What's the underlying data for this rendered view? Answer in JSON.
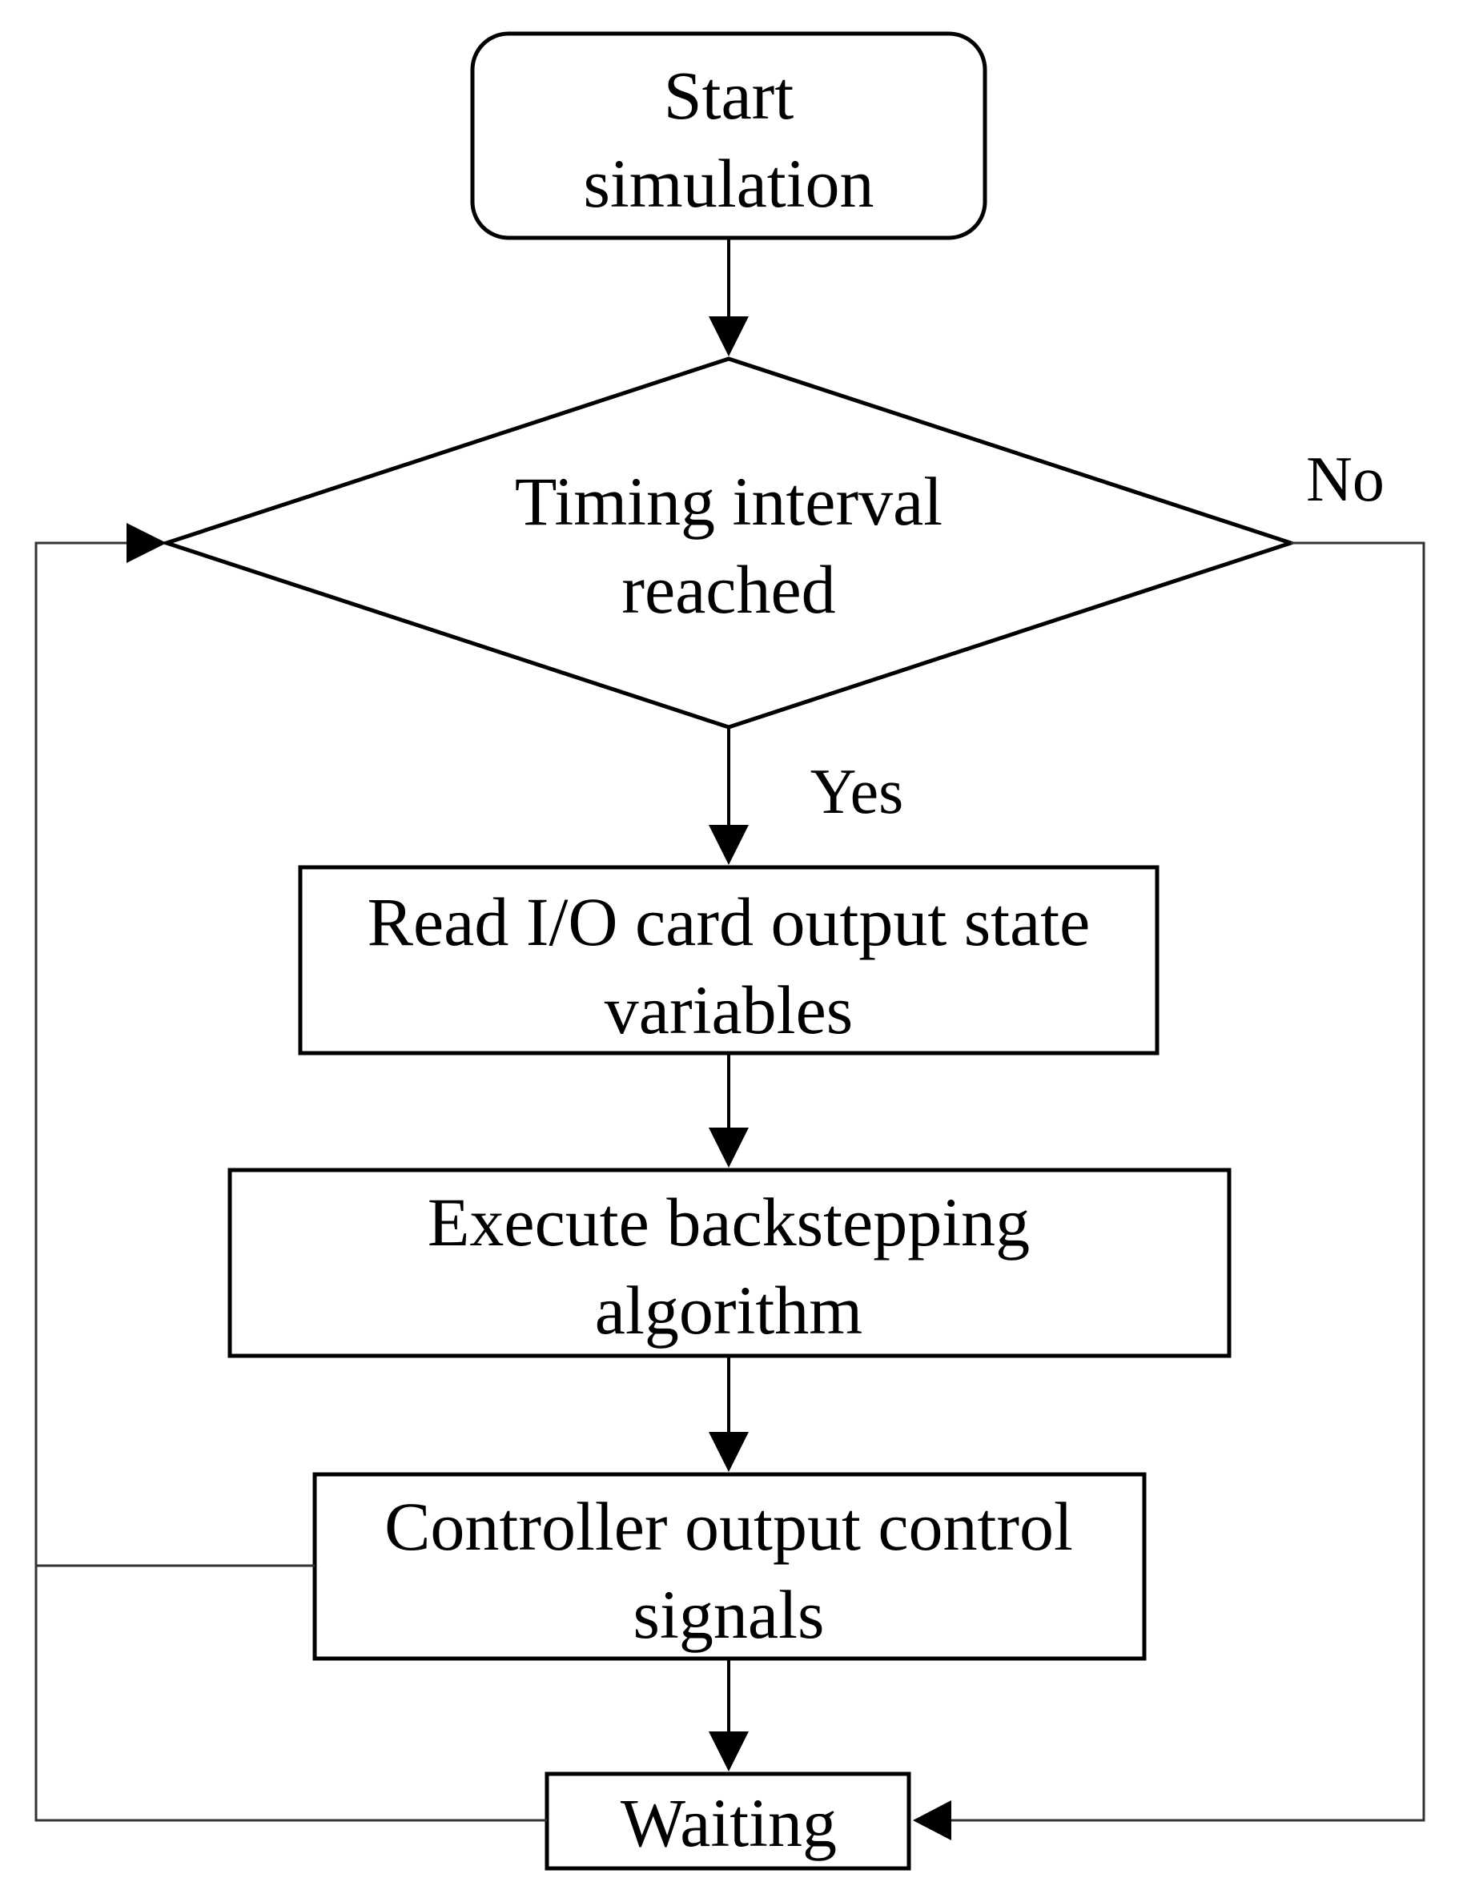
{
  "nodes": {
    "start": [
      "Start",
      "simulation"
    ],
    "decision": [
      "Timing interval",
      "reached"
    ],
    "read": [
      "Read I/O card output state",
      "variables"
    ],
    "execute": [
      "Execute backstepping",
      "algorithm"
    ],
    "output": [
      "Controller output control",
      "signals"
    ],
    "waiting": "Waiting"
  },
  "branches": {
    "yes": "Yes",
    "no": "No"
  },
  "colors": {
    "stroke": "#000000",
    "background": "#ffffff"
  }
}
